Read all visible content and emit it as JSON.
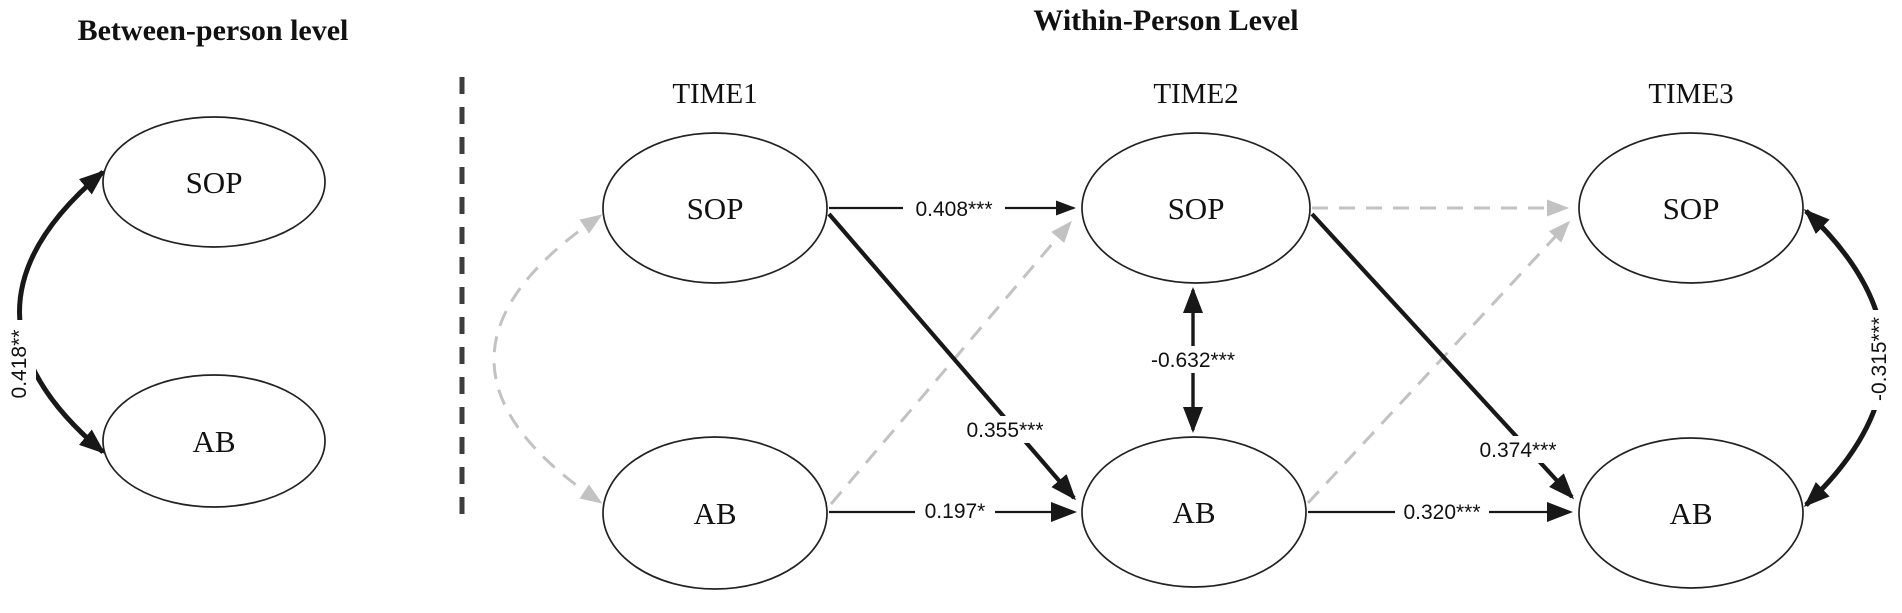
{
  "between": {
    "title": "Between-person level",
    "nodes": {
      "sop": "SOP",
      "ab": "AB"
    },
    "cov": "0.418**"
  },
  "within": {
    "title": "Within-Person Level",
    "times": [
      "TIME1",
      "TIME2",
      "TIME3"
    ],
    "nodes": {
      "t1_sop": "SOP",
      "t1_ab": "AB",
      "t2_sop": "SOP",
      "t2_ab": "AB",
      "t3_sop": "SOP",
      "t3_ab": "AB"
    },
    "coef": {
      "sop1_sop2": "0.408***",
      "sop1_ab2": "0.355***",
      "ab1_ab2": "0.197*",
      "sop2_ab2_cov": "-0.632***",
      "sop2_ab3": "0.374***",
      "ab2_ab3": "0.320***",
      "sop3_ab3_cov": "-0.315***"
    },
    "nonsignificant_dashed_paths": [
      "t1-sop-ab-covariance",
      "t1-ab-to-t2-sop",
      "t2-sop-to-t3-sop",
      "t2-ab-to-t3-sop"
    ]
  },
  "colors": {
    "solid_line": "#181818",
    "dashed_nonsignificant": "#c2c2c2",
    "divider": "#3d3d3d",
    "background": "#ffffff"
  }
}
